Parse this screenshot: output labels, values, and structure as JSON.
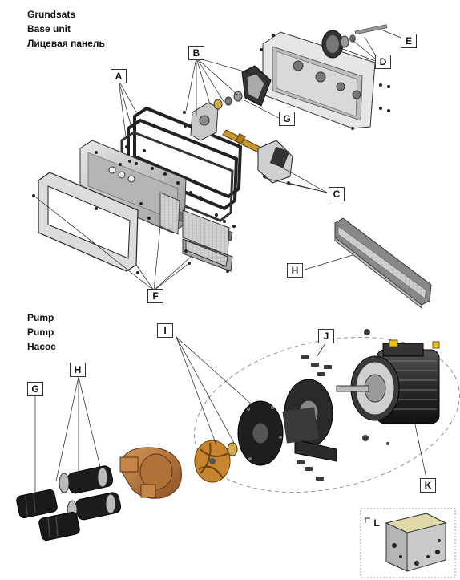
{
  "section_base": {
    "title_sv": "Grundsats",
    "title_en": "Base unit",
    "title_ru": "Лицевая панель"
  },
  "section_pump": {
    "title_sv": "Pump",
    "title_en": "Pump",
    "title_ru": "Насос"
  },
  "callouts": {
    "A": "A",
    "B": "B",
    "C": "C",
    "D": "D",
    "E": "E",
    "F": "F",
    "G_top": "G",
    "H_top": "H",
    "G_pump": "G",
    "H_pump": "H",
    "I": "I",
    "J": "J",
    "K": "K",
    "L": "L"
  },
  "colors": {
    "line": "#222222",
    "part_dark": "#2a2a2a",
    "part_grey": "#8d8d8d",
    "part_light": "#d4d4d4",
    "bronze": "#b0703a",
    "bronze_dark": "#7a4a22",
    "brass": "#c7962c",
    "yellow": "#f2c200"
  }
}
